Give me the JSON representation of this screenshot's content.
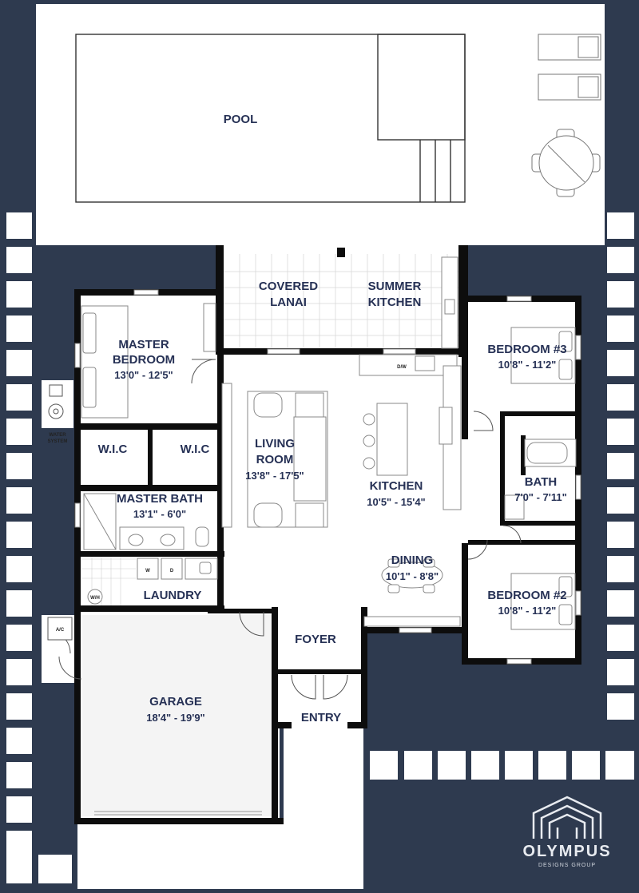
{
  "rooms": {
    "pool": {
      "name": "POOL"
    },
    "lanai": {
      "name_line1": "COVERED",
      "name_line2": "LANAI"
    },
    "summer_kitchen": {
      "name_line1": "SUMMER",
      "name_line2": "KITCHEN"
    },
    "master_bedroom": {
      "name_line1": "MASTER",
      "name_line2": "BEDROOM",
      "dims": "13'0\" - 12'5\""
    },
    "wic_left": {
      "name": "W.I.C"
    },
    "wic_right": {
      "name": "W.I.C"
    },
    "master_bath": {
      "name": "MASTER BATH",
      "dims": "13'1\" - 6'0\""
    },
    "laundry": {
      "name": "LAUNDRY"
    },
    "living_room": {
      "name_line1": "LIVING",
      "name_line2": "ROOM",
      "dims": "13'8\" - 17'5\""
    },
    "kitchen": {
      "name": "KITCHEN",
      "dims": "10'5\" - 15'4\""
    },
    "dining": {
      "name": "DINING",
      "dims": "10'1\" - 8'8\""
    },
    "bedroom3": {
      "name": "BEDROOM #3",
      "dims": "10'8\" - 11'2\""
    },
    "bath": {
      "name": "BATH",
      "dims": "7'0\" - 7'11\""
    },
    "bedroom2": {
      "name": "BEDROOM #2",
      "dims": "10'8\" - 11'2\""
    },
    "foyer": {
      "name": "FOYER"
    },
    "garage": {
      "name": "GARAGE",
      "dims": "18'4\" - 19'9\""
    },
    "entry": {
      "name": "ENTRY"
    }
  },
  "fixtures": {
    "water_system_line1": "WATER",
    "water_system_line2": "SYSTEM",
    "ac": "A/C",
    "water_heater": "W/H",
    "dishwasher": "D/W",
    "washer": "W",
    "dryer": "D"
  },
  "logo": {
    "name": "OLYMPUS",
    "tagline": "DESIGNS GROUP"
  },
  "colors": {
    "background": "#2e3a4f",
    "wall": "#0d0d0d",
    "floor": "#ffffff",
    "label": "#263155"
  }
}
